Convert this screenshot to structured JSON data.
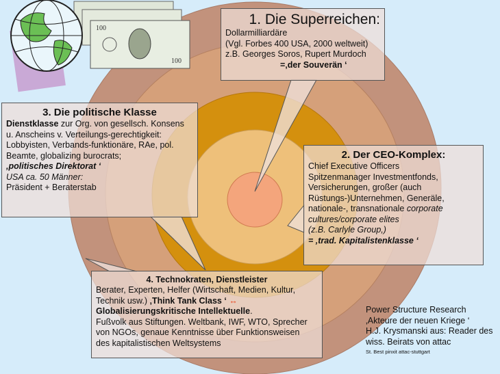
{
  "box1": {
    "title": "1. Die Superreichen:",
    "lines": [
      "Dollarmilliardäre",
      "(Vgl. Forbes 400 USA, 2000 weltweit)",
      "z.B. Georges Soros, Rupert Murdoch"
    ],
    "tag": "=‚der Souverän ‘"
  },
  "box2": {
    "title": "2. Der CEO-Komplex:",
    "lines": [
      "Chief Executive Officers",
      "Spitzenmanager Investmentfonds,",
      "Versicherungen, großer (auch",
      "Rüstungs-)Unternehmen, Generäle,"
    ],
    "line5": "nationale-, transnationale ",
    "line5_italic": "corporate",
    "line6": "cultures/corporate elites",
    "line7": "(z.B. Carlyle Group,)",
    "tag": "= ‚trad. Kapitalistenklasse ‘"
  },
  "box3": {
    "title": "3. Die politische Klasse",
    "bold_lead": "Dienstklasse",
    "line1_rest": " zur Org. von gesellsch. Konsens",
    "lines": [
      "u. Anscheins v. Verteilungs-gerechtigkeit:",
      "Lobbyisten, Verbands-funktionäre, RAe, pol.",
      "Beamte, globalizing burocrats;"
    ],
    "tag": "‚politisches Direktorat ‘",
    "italic_line": "USA ca. 50 Männer:",
    "last": "Präsident + Beraterstab"
  },
  "box4": {
    "title": "4. Technokraten, Dienstleister",
    "line1": "Berater, Experten, Helfer (Wirtschaft, Medien, Kultur,",
    "line2": "Technik usw.) ",
    "think_tank": "‚Think Tank Class ‘",
    "arrow": "↔",
    "bold_line": "Globalisierungskritische Intellektuelle",
    "period": ".",
    "lines": [
      "Fußvolk aus Stiftungen. Weltbank, IWF, WTO, Sprecher",
      "von NGOs, genaue Kenntnisse über Funktionsweisen",
      "des kapitalistischen Weltsystems"
    ]
  },
  "credits": {
    "lines": [
      "Power Structure Research",
      "‚Akteure der neuen Kriege ‘",
      "H.J. Krysmanski aus: Reader des",
      "wiss. Beirats von attac"
    ],
    "small": "St. Best pinxit attac-stuttgart"
  },
  "colors": {
    "background": "#d6ecfa",
    "outer": "#c2927c",
    "ring2": "#e3b48c",
    "orange": "#d4900e",
    "ring4": "#eec07a",
    "core": "#f4a57c"
  }
}
